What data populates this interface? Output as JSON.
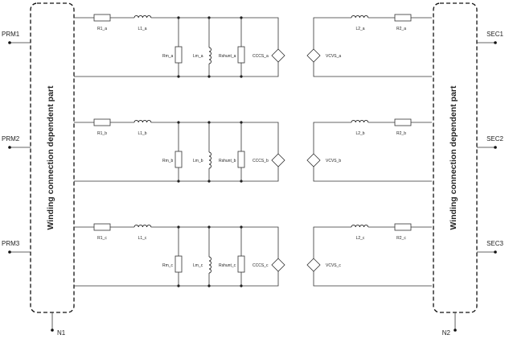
{
  "blocks": {
    "left_title": "Winding connection dependent part",
    "right_title": "Winding connection dependent part"
  },
  "ports": {
    "primary": [
      "PRM1",
      "PRM2",
      "PRM3"
    ],
    "secondary": [
      "SEC1",
      "SEC2",
      "SEC3"
    ],
    "neutral_left": "N1",
    "neutral_right": "N2"
  },
  "phases": [
    {
      "r1": "R1_a",
      "l1": "L1_a",
      "rm": "Rm_a",
      "lm": "Lm_a",
      "rshunt": "Rshunt_a",
      "cccs": "CCCS_a",
      "vcvs": "VCVS_a",
      "l2": "L2_a",
      "r2": "R2_a"
    },
    {
      "r1": "R1_b",
      "l1": "L1_b",
      "rm": "Rm_b",
      "lm": "Lm_b",
      "rshunt": "Rshunt_b",
      "cccs": "CCCS_b",
      "vcvs": "VCVS_b",
      "l2": "L2_b",
      "r2": "R2_b"
    },
    {
      "r1": "R1_c",
      "l1": "L1_c",
      "rm": "Rm_c",
      "lm": "Lm_c",
      "rshunt": "Rshunt_c",
      "cccs": "CCCS_c",
      "vcvs": "VCVS_c",
      "l2": "L2_c",
      "r2": "R2_c"
    }
  ]
}
